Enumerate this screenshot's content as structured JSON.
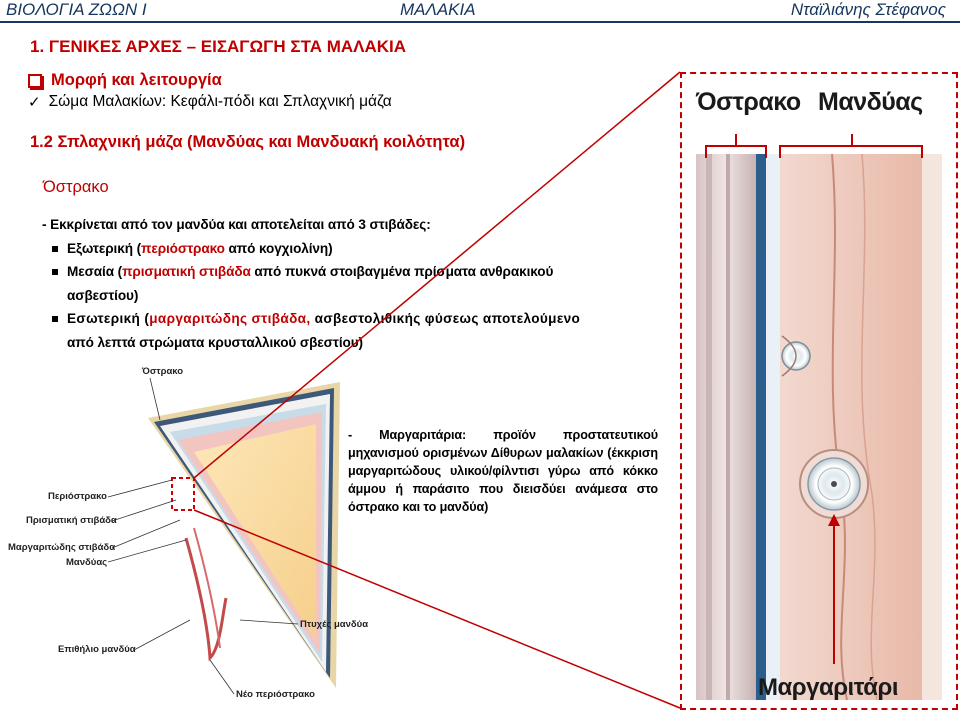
{
  "header": {
    "course": "ΒΙΟΛΟΓΙΑ ΖΩΩΝ Ι",
    "topic": "ΜΑΛΑΚΙΑ",
    "author": "Νταϊλιάνης Στέφανος"
  },
  "section": {
    "title": "1.   ΓΕΝΙΚΕΣ ΑΡΧΕΣ – ΕΙΣΑΓΩΓΗ ΣΤΑ ΜΑΛΑΚΙΑ",
    "bullet_heading": "Μορφή και λειτουργία",
    "check_item": "Σώμα Μαλακίων: Κεφάλι-πόδι και Σπλαχνική μάζα",
    "subsection": "1.2  Σπλαχνική μάζα (Μανδύας και Μανδυακή κοιλότητα)",
    "shell_heading": "Όστρακο"
  },
  "shell_text": {
    "intro": "-  Εκκρίνεται από τον μανδύα και αποτελείται από 3 στιβάδες:",
    "outer": {
      "a": "Εξωτερική (",
      "red": "περιόστρακο",
      "b": " από κογχιολίνη)"
    },
    "middle": {
      "a": "Μεσαία (",
      "red": "πρισματική στιβάδα",
      "b": " από πυκνά στοιβαγμένα πρίσματα ανθρακικού",
      "c": "ασβεστίου)"
    },
    "inner": {
      "a": "Εσωτερική (",
      "red": "μαργαριτώδης στιβάδα,",
      "b": " ασβεστολιθικής φύσεως αποτελούμενο",
      "c": "από λεπτά στρώματα κρυσταλλικού σβεστίου)"
    }
  },
  "diagram_left": {
    "top_label": "Όστρακο",
    "periostracum": "Περιόστρακο",
    "prismatic": "Πρισματική στιβάδα",
    "nacre": "Μαργαριτώδης στιβάδα",
    "mantle": "Μανδύας",
    "folds": "Πτυχές μανδύα",
    "epithelium": "Επιθήλιο μανδύα",
    "new_periostracum": "Νέο περιόστρακο"
  },
  "diagram_right": {
    "shell": "Όστρακο",
    "mantle": "Μανδύας",
    "pearl": "Μαργαριτάρι"
  },
  "pearl_note": "-  Μαργαριτάρια: προϊόν προστατευτικού μηχανισμού ορισμένων Δίθυρων μαλακίων (έκκριση μαργαριτώδους υλικού/φίλντισι γύρω από κόκκο άμμου ή παράσιτο που διεισδύει ανάμεσα στο όστρακο και το μανδύα)",
  "colors": {
    "accent": "#c00000",
    "header": "#17365d"
  },
  "icons": {
    "bullet": "hollow-square-bullet-icon",
    "check": "check-icon",
    "square": "filled-square-bullet-icon"
  }
}
